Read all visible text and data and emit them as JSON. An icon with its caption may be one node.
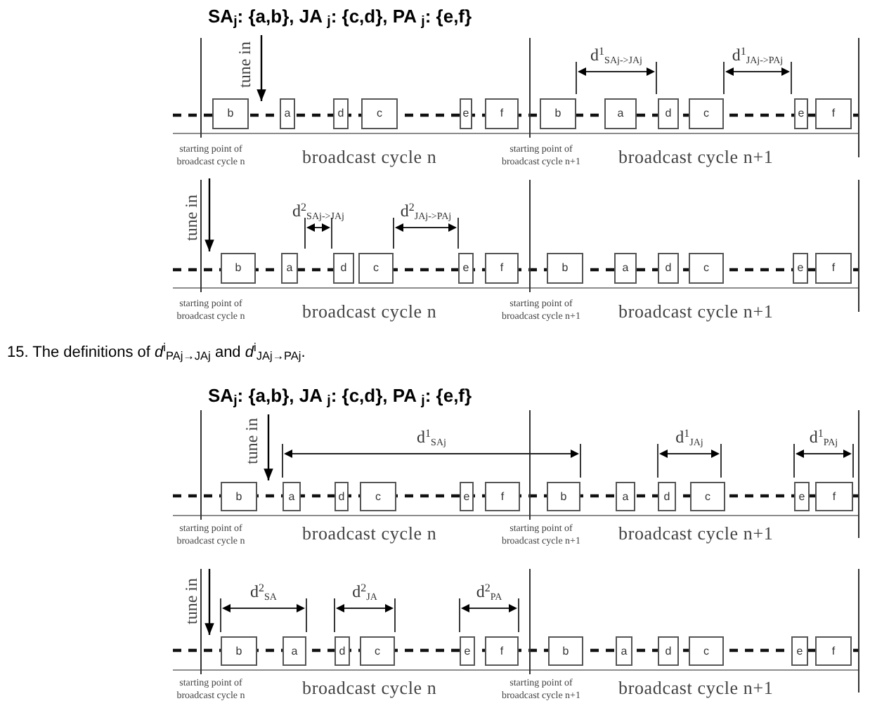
{
  "diagram": {
    "nodes": [
      {
        "text": [
          "b"
        ]
      },
      {
        "text": [
          "a"
        ]
      },
      {
        "text": [
          "d"
        ]
      },
      {
        "text": [
          "c"
        ]
      },
      {
        "text": [
          "e"
        ]
      },
      {
        "text": [
          "f"
        ]
      },
      {
        "text": [
          "b"
        ]
      },
      {
        "text": [
          "a"
        ]
      },
      {
        "text": [
          "d"
        ]
      },
      {
        "text": [
          "c"
        ]
      },
      {
        "text": [
          "e"
        ]
      },
      {
        "text": [
          "f"
        ]
      },
      {
        "text": [
          "b"
        ]
      },
      {
        "text": [
          "a"
        ]
      },
      {
        "text": [
          "d"
        ]
      },
      {
        "text": [
          "c"
        ]
      },
      {
        "text": [
          "e"
        ]
      },
      {
        "text": [
          "f"
        ]
      },
      {
        "text": [
          "b"
        ]
      },
      {
        "text": [
          "a"
        ]
      },
      {
        "text": [
          "d"
        ]
      },
      {
        "text": [
          "c"
        ]
      },
      {
        "text": [
          "e"
        ]
      },
      {
        "text": [
          "f"
        ]
      },
      {
        "text": [
          "b"
        ]
      },
      {
        "text": [
          "a"
        ]
      },
      {
        "text": [
          "d"
        ]
      },
      {
        "text": [
          "c"
        ]
      },
      {
        "text": [
          "e"
        ]
      },
      {
        "text": [
          "f"
        ]
      },
      {
        "text": [
          "b"
        ]
      },
      {
        "text": [
          "a"
        ]
      },
      {
        "text": [
          "d"
        ]
      },
      {
        "text": [
          "c"
        ]
      },
      {
        "text": [
          "e"
        ]
      },
      {
        "text": [
          "f"
        ]
      },
      {
        "text": [
          "b"
        ]
      },
      {
        "text": [
          "a"
        ]
      },
      {
        "text": [
          "d"
        ]
      },
      {
        "text": [
          "c"
        ]
      },
      {
        "text": [
          "e"
        ]
      },
      {
        "text": [
          "f"
        ]
      },
      {
        "text": [
          "b"
        ]
      },
      {
        "text": [
          "a"
        ]
      },
      {
        "text": [
          "d"
        ]
      },
      {
        "text": [
          "c"
        ]
      },
      {
        "text": [
          "e"
        ]
      },
      {
        "text": [
          "f"
        ]
      }
    ],
    "labels": [
      "SA$_{j}$: {a,b}, JA $_{j}$: {c,d}, PA $_{j}$: {e,f}",
      "d$^{1}$$_{SAj->JAj}$",
      "d$^{1}$$_{JAj->PAj}$",
      "tune in",
      "starting point of broadcast cycle n",
      "broadcast cycle n",
      "starting point of broadcast cycle n+1",
      "broadcast cycle n+1",
      "tune in",
      "d$^{2}$$_{SAj->JAj}$",
      "d$^{2}$$_{JAj->PAj}$",
      "starting point of broadcast cycle n",
      "broadcast cycle n",
      "starting point of broadcast cycle n+1",
      "broadcast cycle n+1",
      "15. The definitions of *d*$^{i}$$_{PAj→JAj}$ and *d*$^{i}$$_{JAj→PAj}$.",
      "SA$_{j}$: {a,b}, JA $_{j}$: {c,d}, PA $_{j}$: {e,f}",
      "d$^{1}$$_{SAj}$",
      "d$^{1}$$_{JAj}$",
      "d$^{1}$$_{PAj}$",
      "tune in",
      "starting point of broadcast cycle n",
      "broadcast cycle n",
      "starting point of broadcast cycle n+1",
      "broadcast cycle n+1",
      "tune in",
      "d$^{2}$$_{SA}$",
      "d$^{2}$$_{JA}$",
      "d$^{2}$$_{PA}$",
      "starting point of broadcast cycle n",
      "broadcast cycle n",
      "starting point of broadcast cycle n+1",
      "broadcast cycle n+1"
    ]
  }
}
